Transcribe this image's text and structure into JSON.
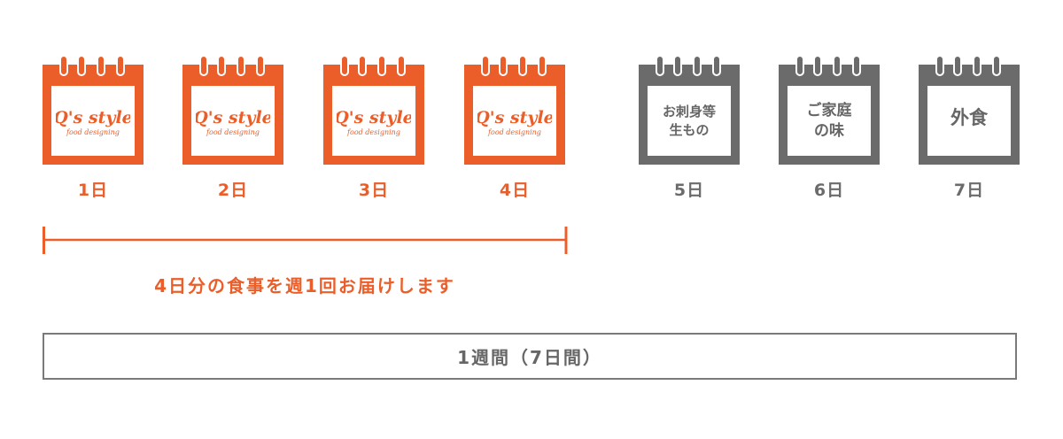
{
  "colors": {
    "accent": "#EC5E29",
    "gray": "#6b6b6b"
  },
  "calendars": [
    {
      "type": "logo",
      "color": "#EC5E29",
      "logo_text": "Q's style",
      "logo_sub": "food designing",
      "day": "1日"
    },
    {
      "type": "logo",
      "color": "#EC5E29",
      "logo_text": "Q's style",
      "logo_sub": "food designing",
      "day": "2日"
    },
    {
      "type": "logo",
      "color": "#EC5E29",
      "logo_text": "Q's style",
      "logo_sub": "food designing",
      "day": "3日"
    },
    {
      "type": "logo",
      "color": "#EC5E29",
      "logo_text": "Q's style",
      "logo_sub": "food designing",
      "day": "4日"
    },
    {
      "type": "text",
      "color": "#6b6b6b",
      "text": "お刺身等\n生もの",
      "day": "5日"
    },
    {
      "type": "text",
      "color": "#6b6b6b",
      "text": "ご家庭\nの味",
      "day": "6日"
    },
    {
      "type": "text",
      "color": "#6b6b6b",
      "text": "外食",
      "day": "7日"
    }
  ],
  "delivery_caption": "4日分の食事を週1回お届けします",
  "week_label": "1週間（7日間）"
}
